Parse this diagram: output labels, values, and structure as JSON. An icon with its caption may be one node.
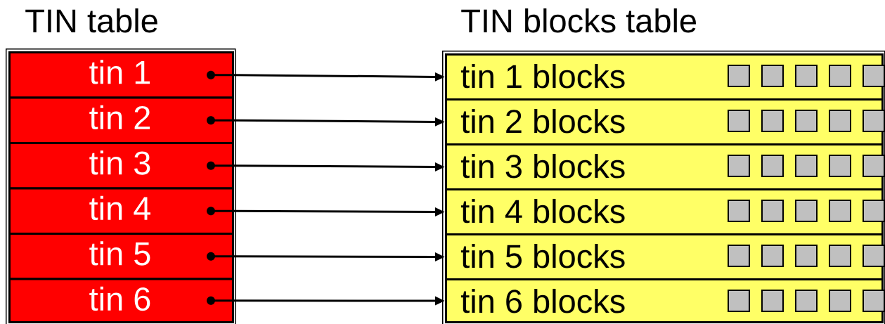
{
  "diagram": {
    "nodes": [
      {
        "text": [
          "TIN table"
        ]
      },
      {
        "text": [
          "tin 1"
        ],
        "in": 0
      },
      {
        "text": [
          "tin 2"
        ],
        "in": 0
      },
      {
        "text": [
          "tin 3"
        ],
        "in": 0
      },
      {
        "text": [
          "tin 4"
        ],
        "in": 0
      },
      {
        "text": [
          "tin 5"
        ],
        "in": 0
      },
      {
        "text": [
          "tin 6"
        ],
        "in": 0
      },
      {
        "text": [
          "TIN blocks table"
        ]
      },
      {
        "text": [
          "tin 1 blocks"
        ],
        "in": 7
      },
      {
        "text": [
          "tin 2 blocks"
        ],
        "in": 7
      },
      {
        "text": [
          "tin 3 blocks"
        ],
        "in": 7
      },
      {
        "text": [
          "tin 4 blocks"
        ],
        "in": 7
      },
      {
        "text": [
          "tin 5 blocks"
        ],
        "in": 7
      },
      {
        "text": [
          "tin 6 blocks"
        ],
        "in": 7
      }
    ],
    "edges": [
      {
        "from": 1,
        "to": 8,
        "arrow": "to"
      },
      {
        "from": 2,
        "to": 9,
        "arrow": "to"
      },
      {
        "from": 3,
        "to": 10,
        "arrow": "to"
      },
      {
        "from": 4,
        "to": 11,
        "arrow": "to"
      },
      {
        "from": 5,
        "to": 12,
        "arrow": "to"
      },
      {
        "from": 6,
        "to": 13,
        "arrow": "to"
      }
    ]
  }
}
